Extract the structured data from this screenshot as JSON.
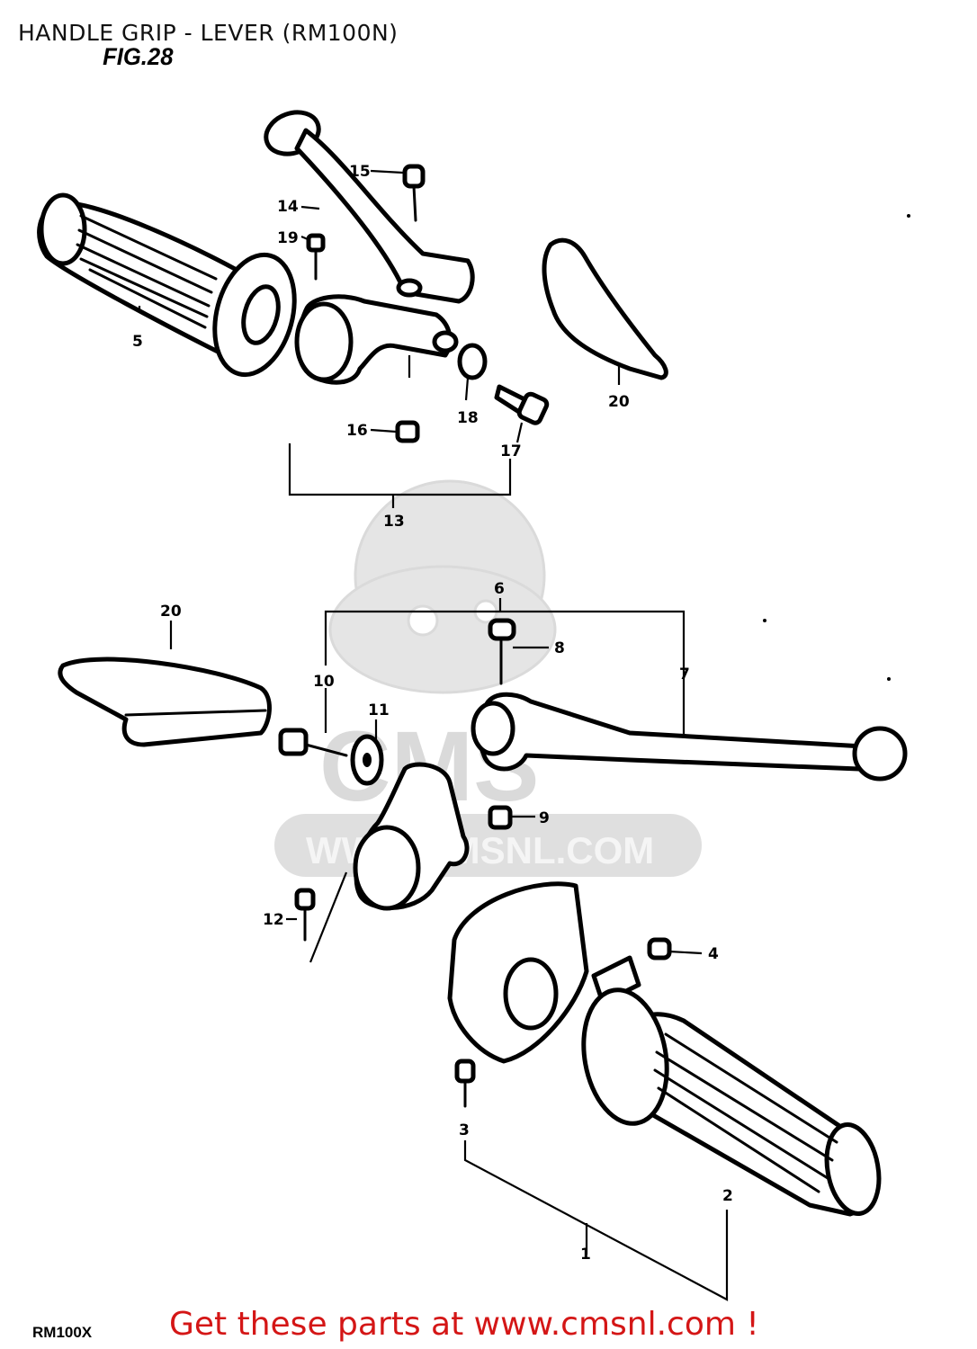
{
  "title": "HANDLE GRIP - LEVER (RM100N)",
  "figure_label": "FIG.28",
  "model_code": "RM100X",
  "footer_text": "Get these parts at www.cmsnl.com !",
  "watermark": {
    "brand": "CMS",
    "url": "WWW.CMSNL.COM"
  },
  "callouts": [
    "1",
    "2",
    "3",
    "4",
    "5",
    "6",
    "7",
    "8",
    "9",
    "10",
    "11",
    "12",
    "13",
    "14",
    "15",
    "16",
    "17",
    "18",
    "19",
    "20",
    "20"
  ],
  "colors": {
    "footer": "#d41616",
    "watermark": "#d6d6d6",
    "line": "#000000"
  }
}
